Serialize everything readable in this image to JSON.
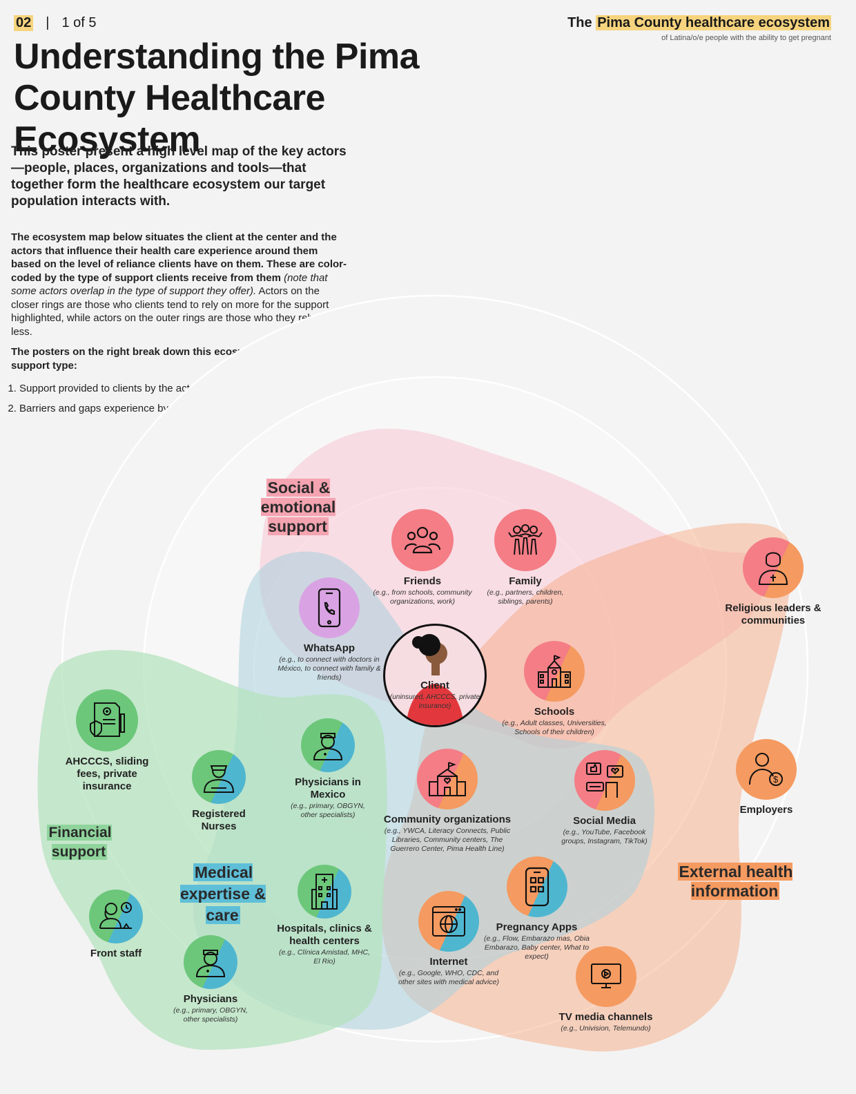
{
  "header": {
    "page_number": "02",
    "separator": "|",
    "page_of": "1 of 5",
    "series_title_prefix": "The",
    "series_title_highlight": "Pima County healthcare ecosystem",
    "series_subtitle": "of Latina/o/e people with the ability to get pregnant"
  },
  "title": "Understanding the Pima County Healthcare Ecosystem",
  "intro": "This poster present a high level map of the key actors—people, places, organizations and tools—that together form the healthcare ecosystem our target population interacts with.",
  "body": {
    "bold_part": "The ecosystem map below situates the client at the center and the actors that influence their health care experience around them based on the level of reliance clients have on them. These are color-coded by the type of support clients receive from them",
    "italic_part": " (note that some actors overlap in the type of support they offer).",
    "plain_part": " Actors on the closer rings are those who clients tend to rely on more for the support highlighted, while actors on the outer rings are those who they rely on less."
  },
  "posters_note": "The posters on the right break down this ecosystem further by support type:",
  "list": [
    "Support provided to clients by the actors in each support category",
    "Barriers and gaps experience by clients in each support category"
  ],
  "categories": {
    "social": "Social & emotional support",
    "financial": "Financial support",
    "medical": "Medical expertise & care",
    "external": "External health information"
  },
  "colors": {
    "social": "#f47d86",
    "financial": "#6cc77a",
    "medical": "#4fb6d0",
    "external": "#f59a60",
    "whatsapp": "#d9a3e3",
    "highlight": "#f6d47e"
  },
  "client": {
    "name": "Client",
    "detail": "(uninsured, AHCCCS, private insurance)"
  },
  "actors": {
    "friends": {
      "name": "Friends",
      "detail": "(e.g., from schools, community organizations, work)",
      "icon": "people-group-icon"
    },
    "family": {
      "name": "Family",
      "detail": "(e.g., partners, children, siblings, parents)",
      "icon": "family-icon"
    },
    "whatsapp": {
      "name": "WhatsApp",
      "detail": "(e.g., to connect with doctors in México, to connect with family & friends)",
      "icon": "phone-icon"
    },
    "schools": {
      "name": "Schools",
      "detail": "(e.g., Adult classes, Universities, Schools of their children)",
      "icon": "school-icon"
    },
    "religious": {
      "name": "Religious leaders & communities",
      "icon": "priest-icon"
    },
    "employers": {
      "name": "Employers",
      "icon": "employer-icon"
    },
    "ahcccs": {
      "name": "AHCCCS, sliding fees, private insurance",
      "icon": "insurance-document-icon"
    },
    "nurses": {
      "name": "Registered Nurses",
      "icon": "nurse-icon"
    },
    "physicians_mx": {
      "name": "Physicians in Mexico",
      "detail": "(e.g., primary, OBGYN, other specialists)",
      "icon": "doctor-icon"
    },
    "community": {
      "name": "Community organizations",
      "detail": "(e.g., YWCA, Literacy Connects, Public Libraries, Community centers, The Guerrero Center, Pima Health Line)",
      "icon": "community-building-icon"
    },
    "social_media": {
      "name": "Social Media",
      "detail": "(e.g., YouTube, Facebook groups, Instagram, TikTok)",
      "icon": "social-media-icon"
    },
    "front_staff": {
      "name": "Front staff",
      "icon": "receptionist-icon"
    },
    "hospitals": {
      "name": "Hospitals, clinics & health centers",
      "detail": "(e.g., Clínica Amistad, MHC, El Rio)",
      "icon": "hospital-icon"
    },
    "pregnancy_apps": {
      "name": "Pregnancy Apps",
      "detail": "(e.g., Flow, Embarazo mas, Obia Embarazo, Baby center, What to expect)",
      "icon": "mobile-app-icon"
    },
    "internet": {
      "name": "Internet",
      "detail": "(e.g., Google, WHO, CDC, and other sites with medical advice)",
      "icon": "globe-browser-icon"
    },
    "physicians": {
      "name": "Physicians",
      "detail": "(e.g., primary, OBGYN, other specialists)",
      "icon": "doctor-icon"
    },
    "tv": {
      "name": "TV media channels",
      "detail": "(e.g., Univision, Telemundo)",
      "icon": "tv-icon"
    }
  }
}
